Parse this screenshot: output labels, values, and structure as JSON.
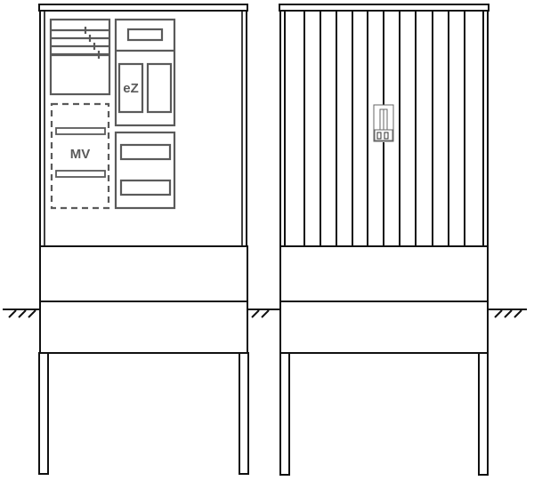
{
  "diagram": {
    "type": "technical-elevation-drawing",
    "subject": "outdoor electrical distribution cabinet",
    "colors": {
      "outline": "#111111",
      "internal_modules": "#5a5a5a",
      "background": "#ffffff"
    },
    "views": [
      {
        "name": "front view open (interior)",
        "modules": [
          {
            "id": "breaker-panel",
            "label": ""
          },
          {
            "id": "meter-module",
            "label": "eZ"
          },
          {
            "id": "mv-module",
            "label": "MV",
            "style": "dashed"
          },
          {
            "id": "terminal-module",
            "label": ""
          }
        ]
      },
      {
        "name": "front view closed (door)",
        "stripes": 13,
        "handle": "door-lock"
      }
    ],
    "ground_line": "hatched ground symbol"
  },
  "labels": {
    "ez": "eZ",
    "mv": "MV"
  }
}
